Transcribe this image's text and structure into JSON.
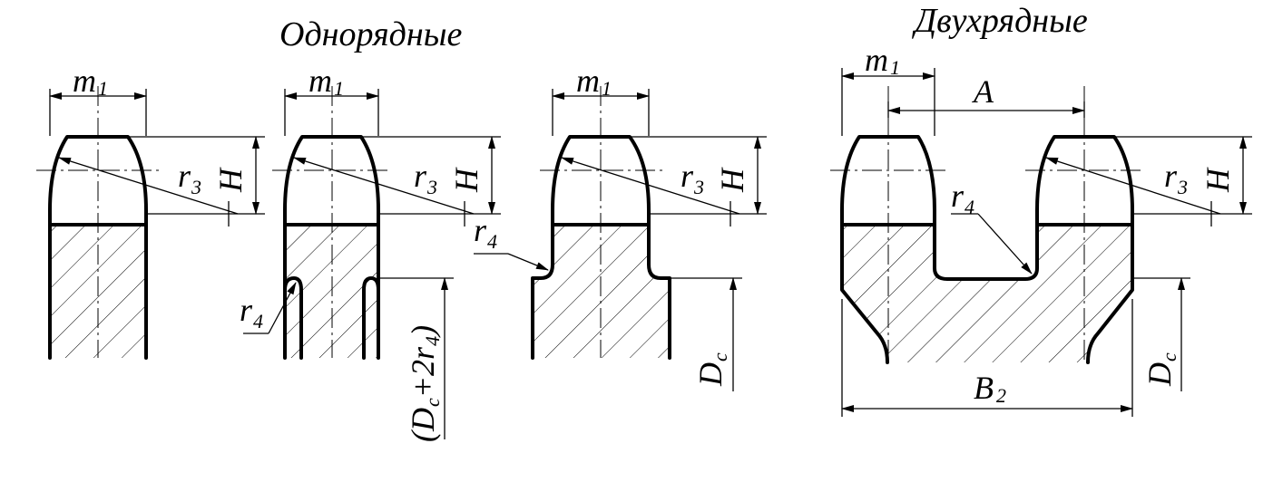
{
  "titles": {
    "single_row": "Однорядные",
    "double_row": "Двухрядные"
  },
  "labels": {
    "m1": "m",
    "m1_sub": "1",
    "r3": "r",
    "r3_sub": "3",
    "r4": "r",
    "r4_sub": "4",
    "H": "H",
    "A": "A",
    "B2": "B",
    "B2_sub": "2",
    "Dc": "D",
    "Dc_sub": "c",
    "Dc2r4_open": "(D",
    "Dc2r4_sub_c": "c",
    "Dc2r4_mid": "+2r",
    "Dc2r4_sub_4": "4",
    "Dc2r4_close": ")"
  }
}
